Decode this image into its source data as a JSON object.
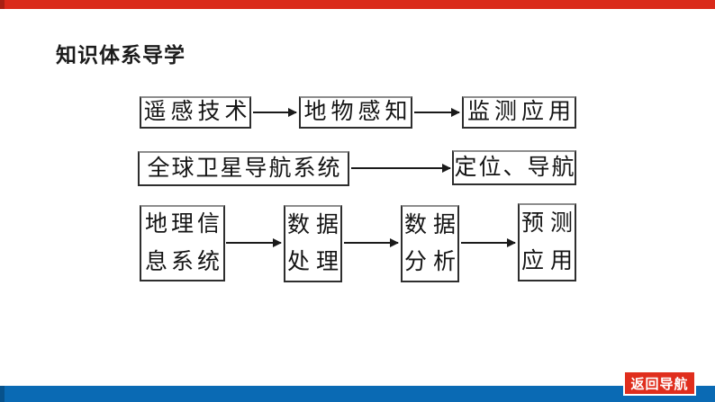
{
  "header": {
    "title": "知识体系导学"
  },
  "diagram": {
    "rows": [
      {
        "boxes": [
          {
            "lines": [
              "遥感技术"
            ]
          },
          {
            "lines": [
              "地物感知"
            ]
          },
          {
            "lines": [
              "监测应用"
            ]
          }
        ]
      },
      {
        "boxes": [
          {
            "lines": [
              "全球卫星导航系统"
            ]
          },
          {
            "lines": [
              "定位、导航"
            ]
          }
        ]
      },
      {
        "boxes": [
          {
            "lines": [
              "地理信",
              "息系统"
            ]
          },
          {
            "lines": [
              "数据",
              "处理"
            ]
          },
          {
            "lines": [
              "数据",
              "分析"
            ]
          },
          {
            "lines": [
              "预测",
              "应用"
            ]
          }
        ]
      }
    ]
  },
  "footer": {
    "back_button_label": "返回导航"
  },
  "colors": {
    "accent_red": "#da2a1a",
    "accent_red_dark": "#a82013",
    "accent_blue": "#0a6ab4",
    "accent_blue_dark": "#07528c",
    "box_border": "#2e2e2e",
    "text": "#141414"
  }
}
